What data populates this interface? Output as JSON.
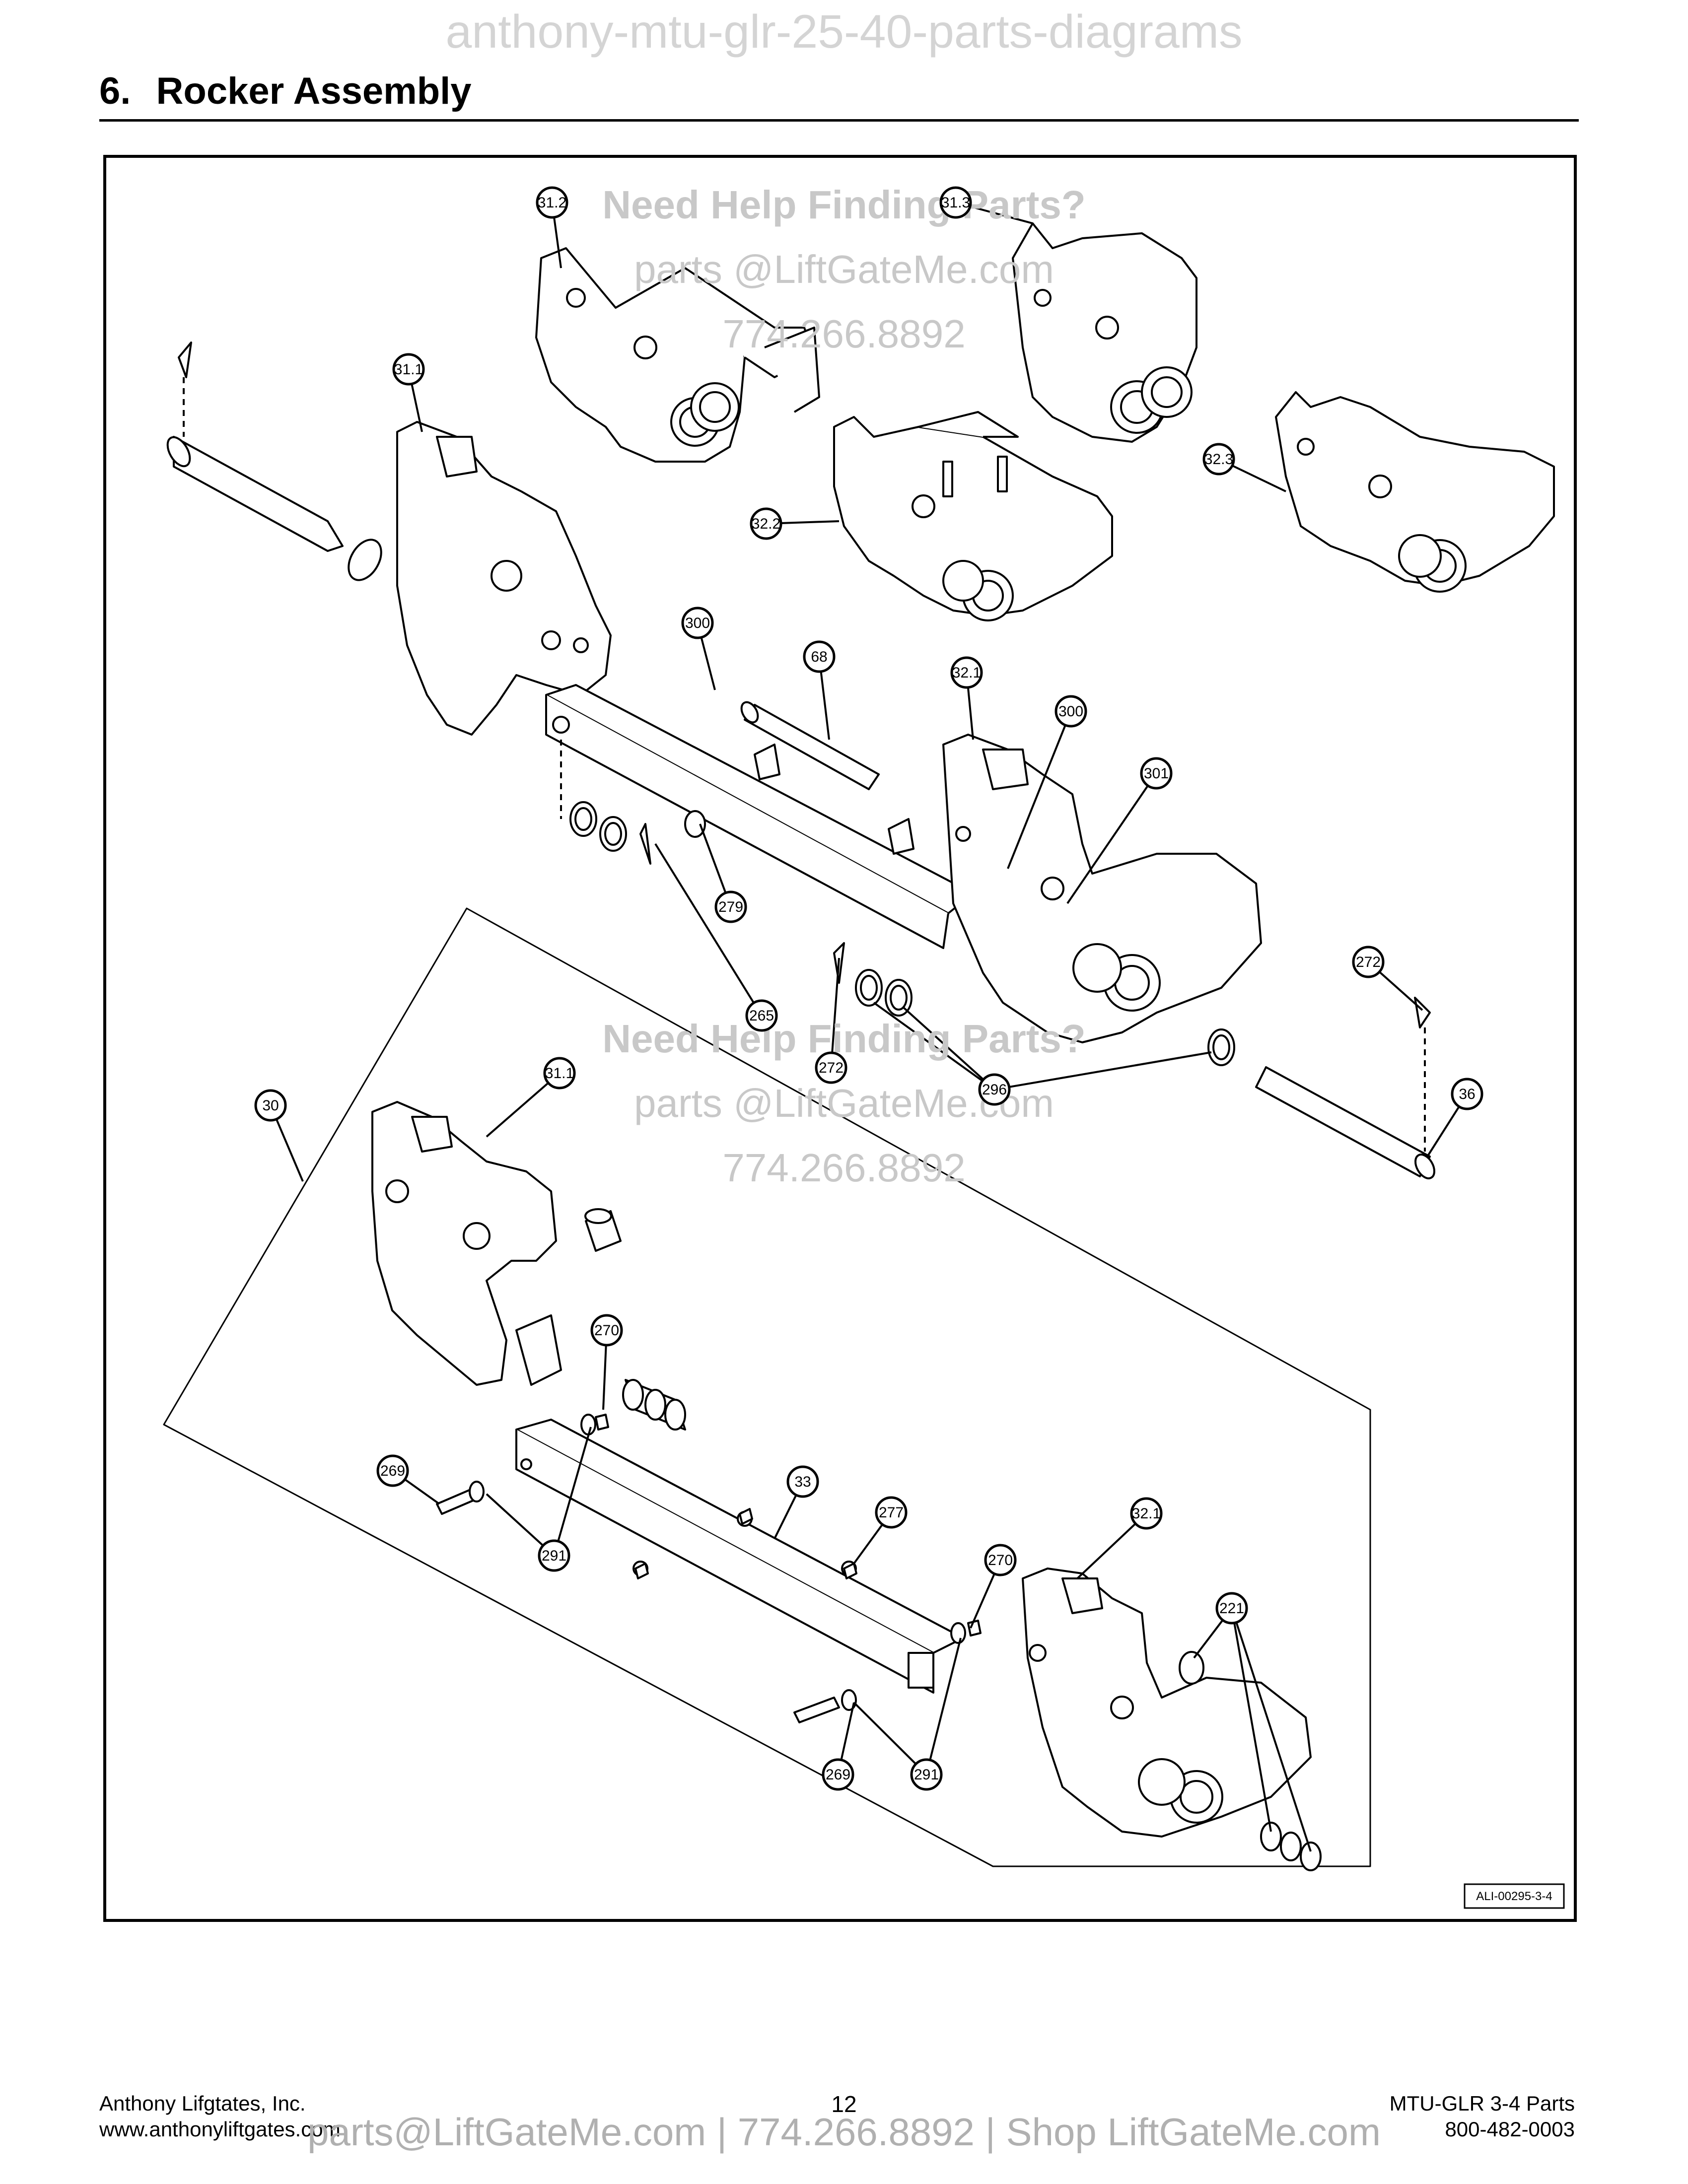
{
  "watermark_top": "anthony-mtu-glr-25-40-parts-diagrams",
  "section": {
    "number": "6.",
    "title": "Rocker Assembly"
  },
  "watermarks_center": [
    {
      "heading": "Need Help Finding Parts?",
      "email": "parts @LiftGateMe.com",
      "phone": "774.266.8892"
    },
    {
      "heading": "Need Help Finding Parts?",
      "email": "parts @LiftGateMe.com",
      "phone": "774.266.8892"
    }
  ],
  "callouts": [
    "31.2",
    "31.3",
    "31.1",
    "32.3",
    "32.2",
    "300",
    "68",
    "32.1",
    "300",
    "301",
    "279",
    "265",
    "272",
    "296",
    "272",
    "36",
    "30",
    "31.1",
    "270",
    "269",
    "291",
    "33",
    "277",
    "270",
    "32.1",
    "221",
    "269",
    "291"
  ],
  "drawing_ref": "ALI-00295-3-4",
  "footer": {
    "company": "Anthony Lifgtates, Inc.",
    "website": "www.anthonyliftgates.com",
    "page_number": "12",
    "doc_title": "MTU-GLR 3-4 Parts",
    "phone": "800-482-0003",
    "watermark": "parts@LiftGateMe.com | 774.266.8892 | Shop LiftGateMe.com"
  }
}
